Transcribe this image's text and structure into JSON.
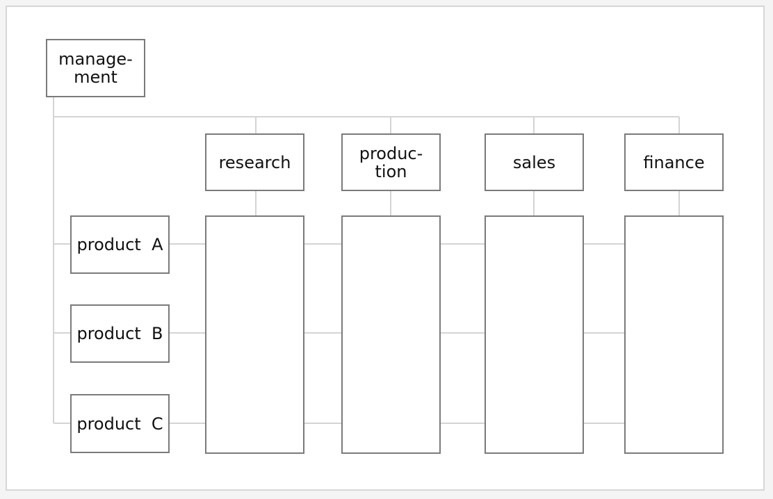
{
  "diagram": {
    "management": "manage-\nment",
    "departments": [
      "research",
      "produc-\ntion",
      "sales",
      "finance"
    ],
    "products": [
      "product  A",
      "product  B",
      "product  C"
    ],
    "colors": {
      "line": "#d4d4d4",
      "border": "#7a7a7a",
      "text": "#111111"
    }
  }
}
